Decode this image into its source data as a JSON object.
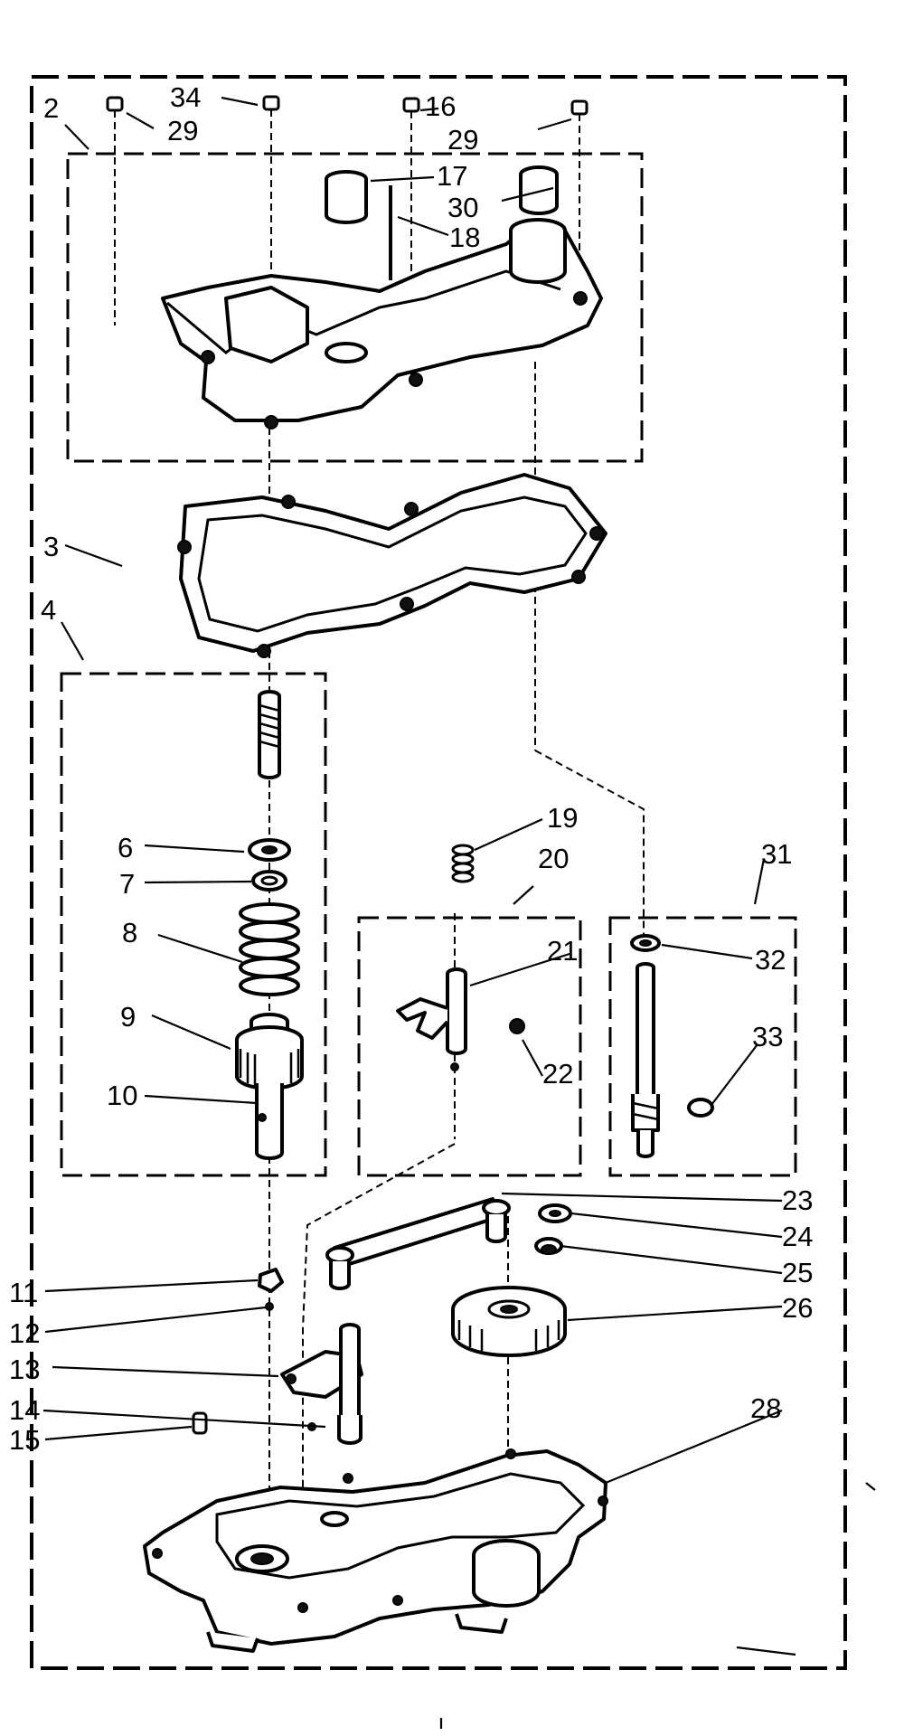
{
  "callouts": {
    "c2": "2",
    "c3": "3",
    "c4": "4",
    "c6": "6",
    "c7": "7",
    "c8": "8",
    "c9": "9",
    "c10": "10",
    "c11": "11",
    "c12": "12",
    "c13": "13",
    "c14": "14",
    "c15": "15",
    "c16": "16",
    "c17": "17",
    "c18": "18",
    "c19": "19",
    "c20": "20",
    "c21": "21",
    "c22": "22",
    "c23": "23",
    "c24": "24",
    "c25": "25",
    "c26": "26",
    "c28": "28",
    "c29a": "29",
    "c29b": "29",
    "c30": "30",
    "c31": "31",
    "c32": "32",
    "c33": "33",
    "c34": "34"
  }
}
